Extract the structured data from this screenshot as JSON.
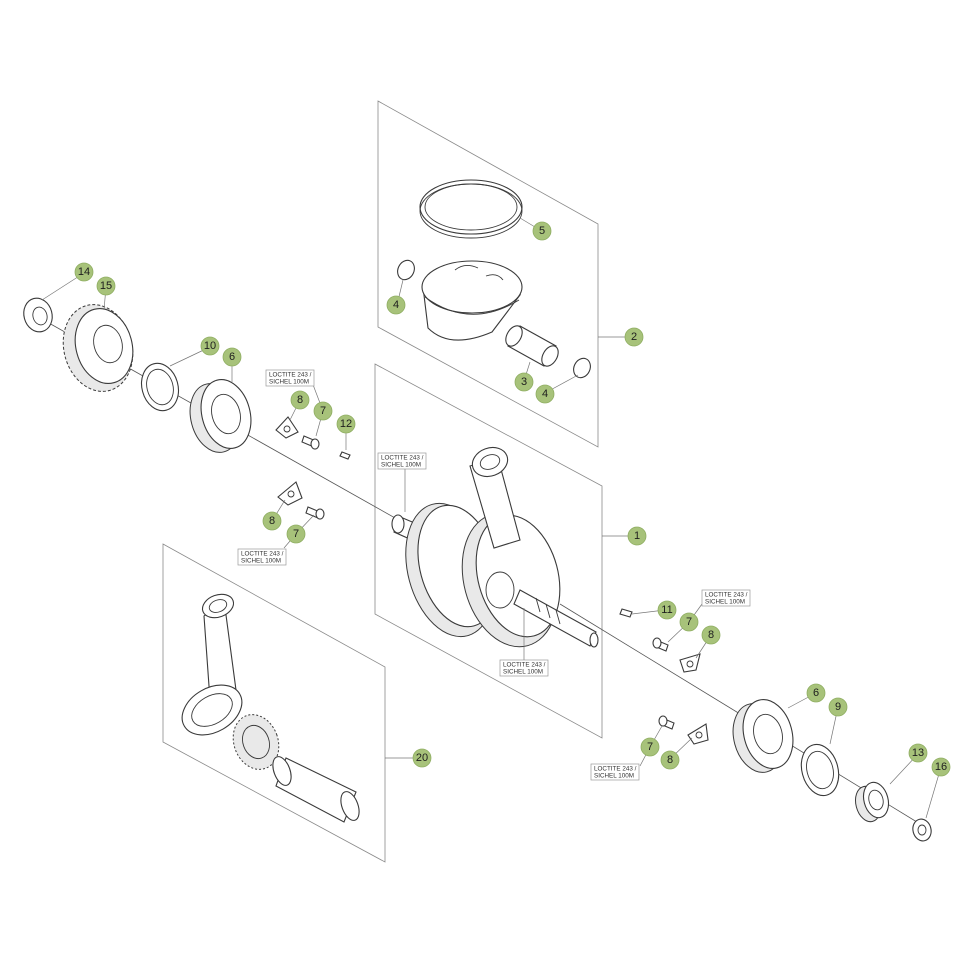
{
  "diagram": {
    "callouts": [
      {
        "id": "c5",
        "label": "5"
      },
      {
        "id": "c4a",
        "label": "4"
      },
      {
        "id": "c2",
        "label": "2"
      },
      {
        "id": "c3",
        "label": "3"
      },
      {
        "id": "c4b",
        "label": "4"
      },
      {
        "id": "c14",
        "label": "14"
      },
      {
        "id": "c15",
        "label": "15"
      },
      {
        "id": "c10",
        "label": "10"
      },
      {
        "id": "c6a",
        "label": "6"
      },
      {
        "id": "c8a",
        "label": "8"
      },
      {
        "id": "c7a",
        "label": "7"
      },
      {
        "id": "c12",
        "label": "12"
      },
      {
        "id": "c8b",
        "label": "8"
      },
      {
        "id": "c7b",
        "label": "7"
      },
      {
        "id": "c1",
        "label": "1"
      },
      {
        "id": "c11",
        "label": "11"
      },
      {
        "id": "c7c",
        "label": "7"
      },
      {
        "id": "c8c",
        "label": "8"
      },
      {
        "id": "c6b",
        "label": "6"
      },
      {
        "id": "c9",
        "label": "9"
      },
      {
        "id": "c7d",
        "label": "7"
      },
      {
        "id": "c8d",
        "label": "8"
      },
      {
        "id": "c13",
        "label": "13"
      },
      {
        "id": "c16",
        "label": "16"
      },
      {
        "id": "c20",
        "label": "20"
      }
    ],
    "notes": [
      {
        "id": "n1",
        "line1": "LOCTITE 243 /",
        "line2": "SICHEL 100M"
      },
      {
        "id": "n2",
        "line1": "LOCTITE 243 /",
        "line2": "SICHEL 100M"
      },
      {
        "id": "n3",
        "line1": "LOCTITE 243 /",
        "line2": "SICHEL 100M"
      },
      {
        "id": "n4",
        "line1": "LOCTITE 243 /",
        "line2": "SICHEL 100M"
      },
      {
        "id": "n5",
        "line1": "LOCTITE 243 /",
        "line2": "SICHEL 100M"
      },
      {
        "id": "n6",
        "line1": "LOCTITE 243 /",
        "line2": "SICHEL 100M"
      }
    ],
    "colors": {
      "callout_fill": "#a7c27a",
      "line": "#3a3a3a",
      "frame": "#8a8a8a"
    }
  }
}
